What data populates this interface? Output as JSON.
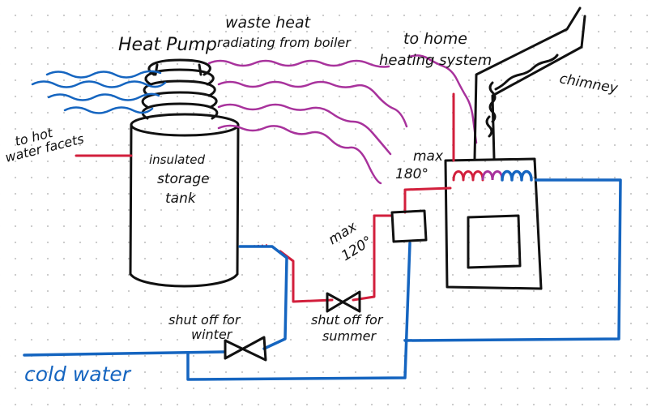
{
  "labels": {
    "heat_pump": "Heat Pump",
    "waste_heat_line1": "waste heat",
    "waste_heat_line2": "radiating from boiler",
    "to_home_line1": "to home",
    "to_home_line2": "heating system",
    "chimney": "chimney",
    "hot_faucets_line1": "to hot",
    "hot_faucets_line2": "water facets",
    "tank_line1": "insulated",
    "tank_line2": "storage",
    "tank_line3": "tank",
    "max_boiler_line1": "max",
    "max_boiler_line2": "180°",
    "max_mixer_line1": "max",
    "max_mixer_line2": "120°",
    "shutoff_winter_line1": "shut off for",
    "shutoff_winter_line2": "winter",
    "shutoff_summer_line1": "shut off for",
    "shutoff_summer_line2": "summer",
    "cold_water": "cold water"
  },
  "colors": {
    "ink": "#111111",
    "hot_pipe": "#d21f3c",
    "cold_pipe": "#1565c0",
    "waste_heat": "#a8329c"
  }
}
